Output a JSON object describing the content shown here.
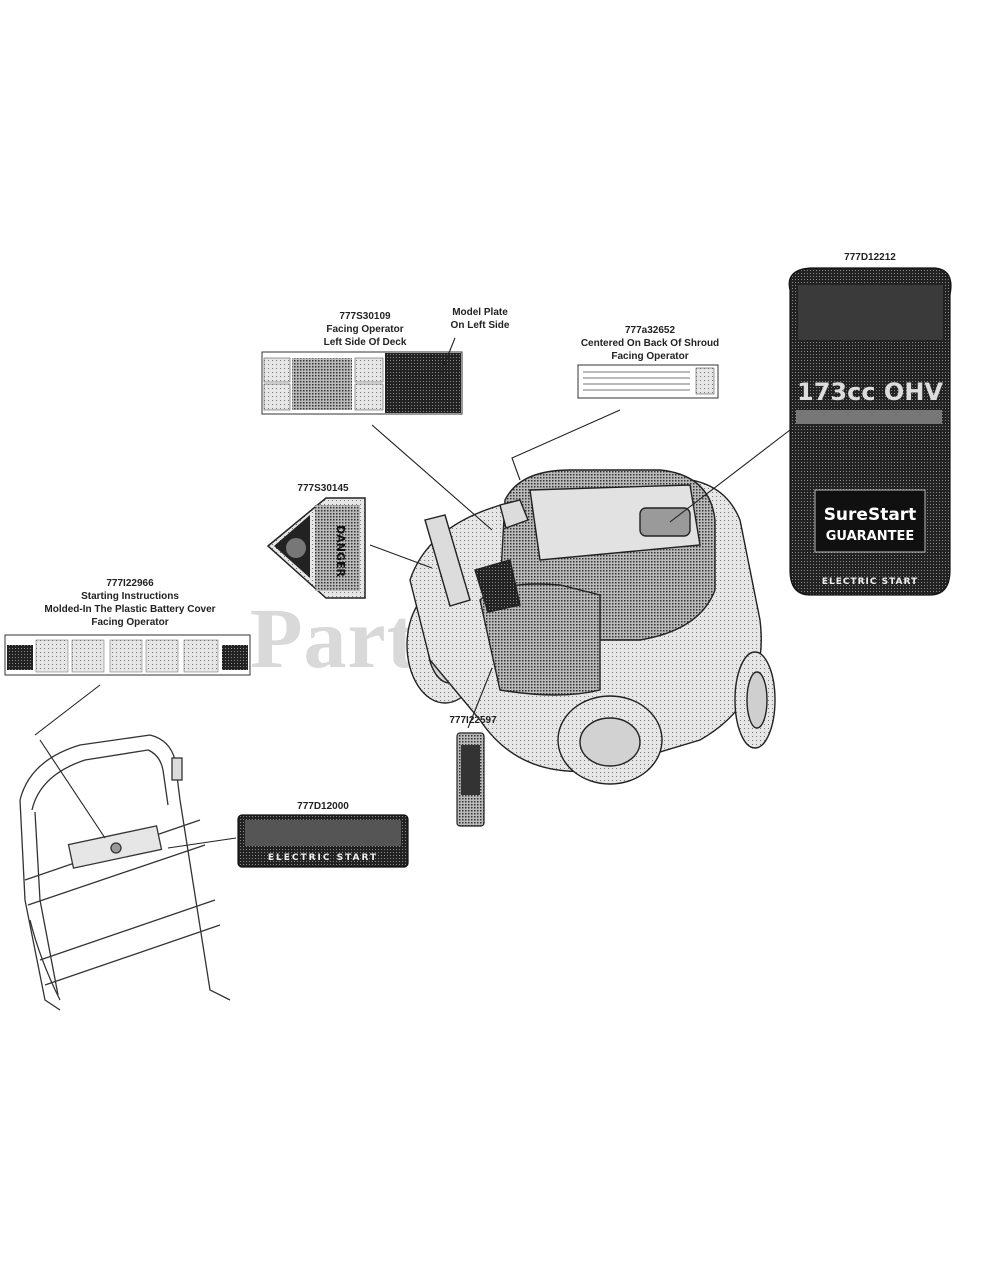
{
  "watermark": "PartTree",
  "callouts": {
    "deck_label": {
      "part": "777S30109",
      "line1": "Facing Operator",
      "line2": "Left Side Of Deck"
    },
    "model_plate": {
      "line1": "Model Plate",
      "line2": "On Left Side"
    },
    "shroud_label": {
      "part": "777a32652",
      "line1": "Centered On Back Of Shroud",
      "line2": "Facing Operator"
    },
    "engine_decal": {
      "part": "777D12212"
    },
    "danger_label": {
      "part": "777S30145"
    },
    "battery_cover": {
      "part": "777I22966",
      "line1": "Starting Instructions",
      "line2": "Molded-In The Plastic Battery Cover",
      "line3": "Facing Operator"
    },
    "small_label": {
      "part": "777I22597"
    },
    "electric_start_decal": {
      "part": "777D12000"
    }
  },
  "decal_text": {
    "surestart": "SureStart",
    "guarantee": "GUARANTEE",
    "electric_start": "ELECTRIC START",
    "ohv": "173cc OHV",
    "danger": "DANGER"
  }
}
